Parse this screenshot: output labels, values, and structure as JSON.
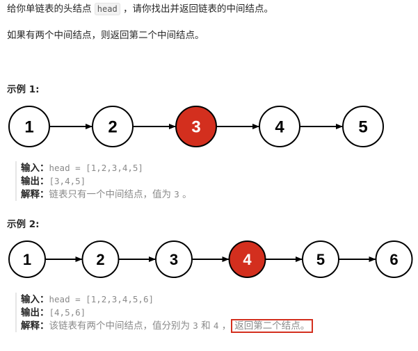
{
  "intro": {
    "p1_before": "给你单链表的头结点",
    "p1_code": "head",
    "p1_after": "，请你找出并返回链表的中间结点。",
    "p2": "如果有两个中间结点，则返回第二个中间结点。"
  },
  "example1": {
    "heading": "示例 1:",
    "nodes": [
      "1",
      "2",
      "3",
      "4",
      "5"
    ],
    "highlight_index": 2,
    "input_label": "输入：",
    "input_value": "head = [1,2,3,4,5]",
    "output_label": "输出：",
    "output_value": "[3,4,5]",
    "explain_label": "解释：",
    "explain_text_1": "链表只有一个中间结点，值为 ",
    "explain_code_1": "3",
    "explain_text_2": " 。"
  },
  "example2": {
    "heading": "示例 2:",
    "nodes": [
      "1",
      "2",
      "3",
      "4",
      "5",
      "6"
    ],
    "highlight_index": 3,
    "input_label": "输入：",
    "input_value": "head = [1,2,3,4,5,6]",
    "output_label": "输出：",
    "output_value": "[4,5,6]",
    "explain_label": "解释：",
    "explain_text_1": "该链表有两个中间结点，值分别为 ",
    "explain_code_1": "3",
    "explain_text_2": " 和 ",
    "explain_code_2": "4",
    "explain_text_3": " ，",
    "explain_highlight": "返回第二个结点。"
  },
  "colors": {
    "highlight_fill": "#d32f1e",
    "node_stroke": "#000000",
    "box_red": "#d32f1e"
  }
}
